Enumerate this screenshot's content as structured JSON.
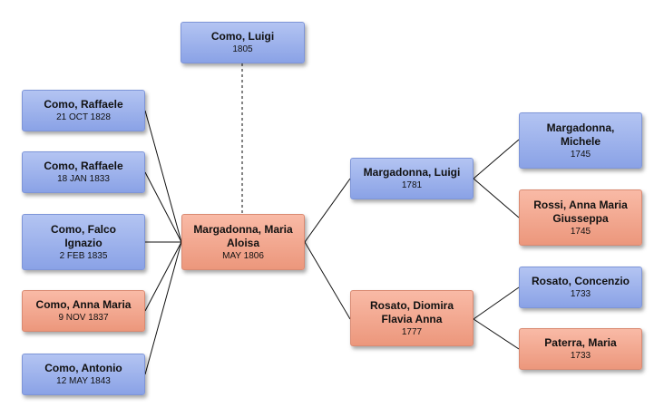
{
  "people": {
    "como_luigi": {
      "name": "Como, Luigi",
      "date": "1805"
    },
    "como_raffaele_1": {
      "name": "Como, Raffaele",
      "date": "21 OCT 1828"
    },
    "como_raffaele_2": {
      "name": "Como, Raffaele",
      "date": "18 JAN 1833"
    },
    "como_falco": {
      "name": "Como, Falco Ignazio",
      "date": "2 FEB 1835"
    },
    "como_anna_maria": {
      "name": "Como, Anna Maria",
      "date": "9 NOV 1837"
    },
    "como_antonio": {
      "name": "Como, Antonio",
      "date": "12 MAY 1843"
    },
    "margadonna_maria": {
      "name": "Margadonna, Maria Aloisa",
      "date": "MAY 1806"
    },
    "margadonna_luigi": {
      "name": "Margadonna, Luigi",
      "date": "1781"
    },
    "rosato_diomira": {
      "name": "Rosato, Diomira Flavia Anna",
      "date": "1777"
    },
    "margadonna_michele": {
      "name": "Margadonna, Michele",
      "date": "1745"
    },
    "rossi_anna_maria": {
      "name": "Rossi, Anna Maria Giusseppa",
      "date": "1745"
    },
    "rosato_concenzio": {
      "name": "Rosato, Concenzio",
      "date": "1733"
    },
    "paterra_maria": {
      "name": "Paterra, Maria",
      "date": "1733"
    }
  },
  "colors": {
    "male": "#94aaeb",
    "female": "#f0a58c",
    "line": "#111111"
  }
}
